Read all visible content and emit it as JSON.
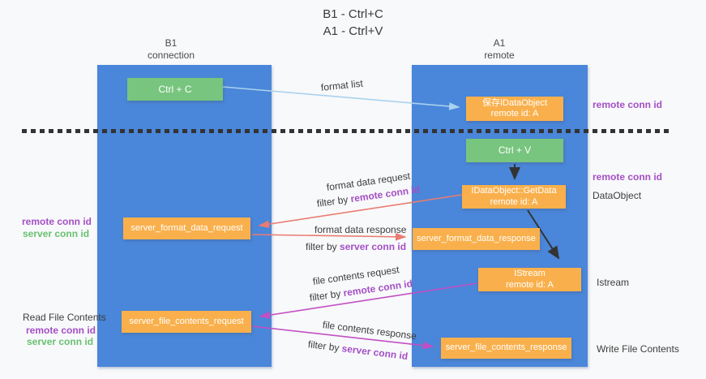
{
  "title": {
    "line1": "B1 - Ctrl+C",
    "line2": "A1 - Ctrl+V"
  },
  "lanes": {
    "left": {
      "line1": "B1",
      "line2": "connection"
    },
    "right": {
      "line1": "A1",
      "line2": "remote"
    }
  },
  "nodes": {
    "ctrl_c": {
      "label": "Ctrl + C"
    },
    "ctrl_v": {
      "label": "Ctrl + V"
    },
    "save_idataobject": {
      "line1": "保存IDataObject",
      "line2": "remote id: A"
    },
    "getdata": {
      "line1": "IDataObject::GetData",
      "line2": "remote id: A"
    },
    "istream": {
      "line1": "IStream",
      "line2": "remote id: A"
    },
    "server_format_data_request": {
      "label": "server_format_data_request"
    },
    "server_format_data_response": {
      "label": "server_format_data_response"
    },
    "server_file_contents_request": {
      "label": "server_file_contents_request"
    },
    "server_file_contents_response": {
      "label": "server_file_contents_response"
    }
  },
  "arrows": {
    "format_list": {
      "label": "format list"
    },
    "format_data_request": {
      "label": "format data request",
      "filter_prefix": "filter by ",
      "filter_key": "remote conn id"
    },
    "format_data_response": {
      "label": "format data response",
      "filter_prefix": "filter by ",
      "filter_key": "server conn id"
    },
    "file_contents_request": {
      "label": "file contents request",
      "filter_prefix": "filter by ",
      "filter_key": "remote conn id"
    },
    "file_contents_response": {
      "label": "file contents response",
      "filter_prefix": "filter by ",
      "filter_key": "server conn id"
    }
  },
  "side_labels": {
    "right_top_remote_conn_id": "remote conn id",
    "right_mid_remote_conn_id": "remote conn id",
    "right_dataobject": "DataObject",
    "right_istream": "Istream",
    "right_write_file_contents": "Write File Contents",
    "left_mid_remote_conn_id": "remote conn id",
    "left_mid_server_conn_id": "server conn id",
    "left_read_file_contents": "Read File Contents",
    "left_bottom_remote_conn_id": "remote conn id",
    "left_bottom_server_conn_id": "server conn id"
  },
  "colors": {
    "background": "#f8f9fa",
    "lane_blue": "#4a86d9",
    "node_green": "#77c57e",
    "node_orange": "#f9b04c",
    "arrow_light_blue": "#a9d2ee",
    "arrow_red": "#e97c72",
    "arrow_magenta": "#c24fc4",
    "arrow_black": "#333333",
    "text_purple": "#a44fc6",
    "text_green": "#68c070",
    "dashed_line": "#333333"
  }
}
